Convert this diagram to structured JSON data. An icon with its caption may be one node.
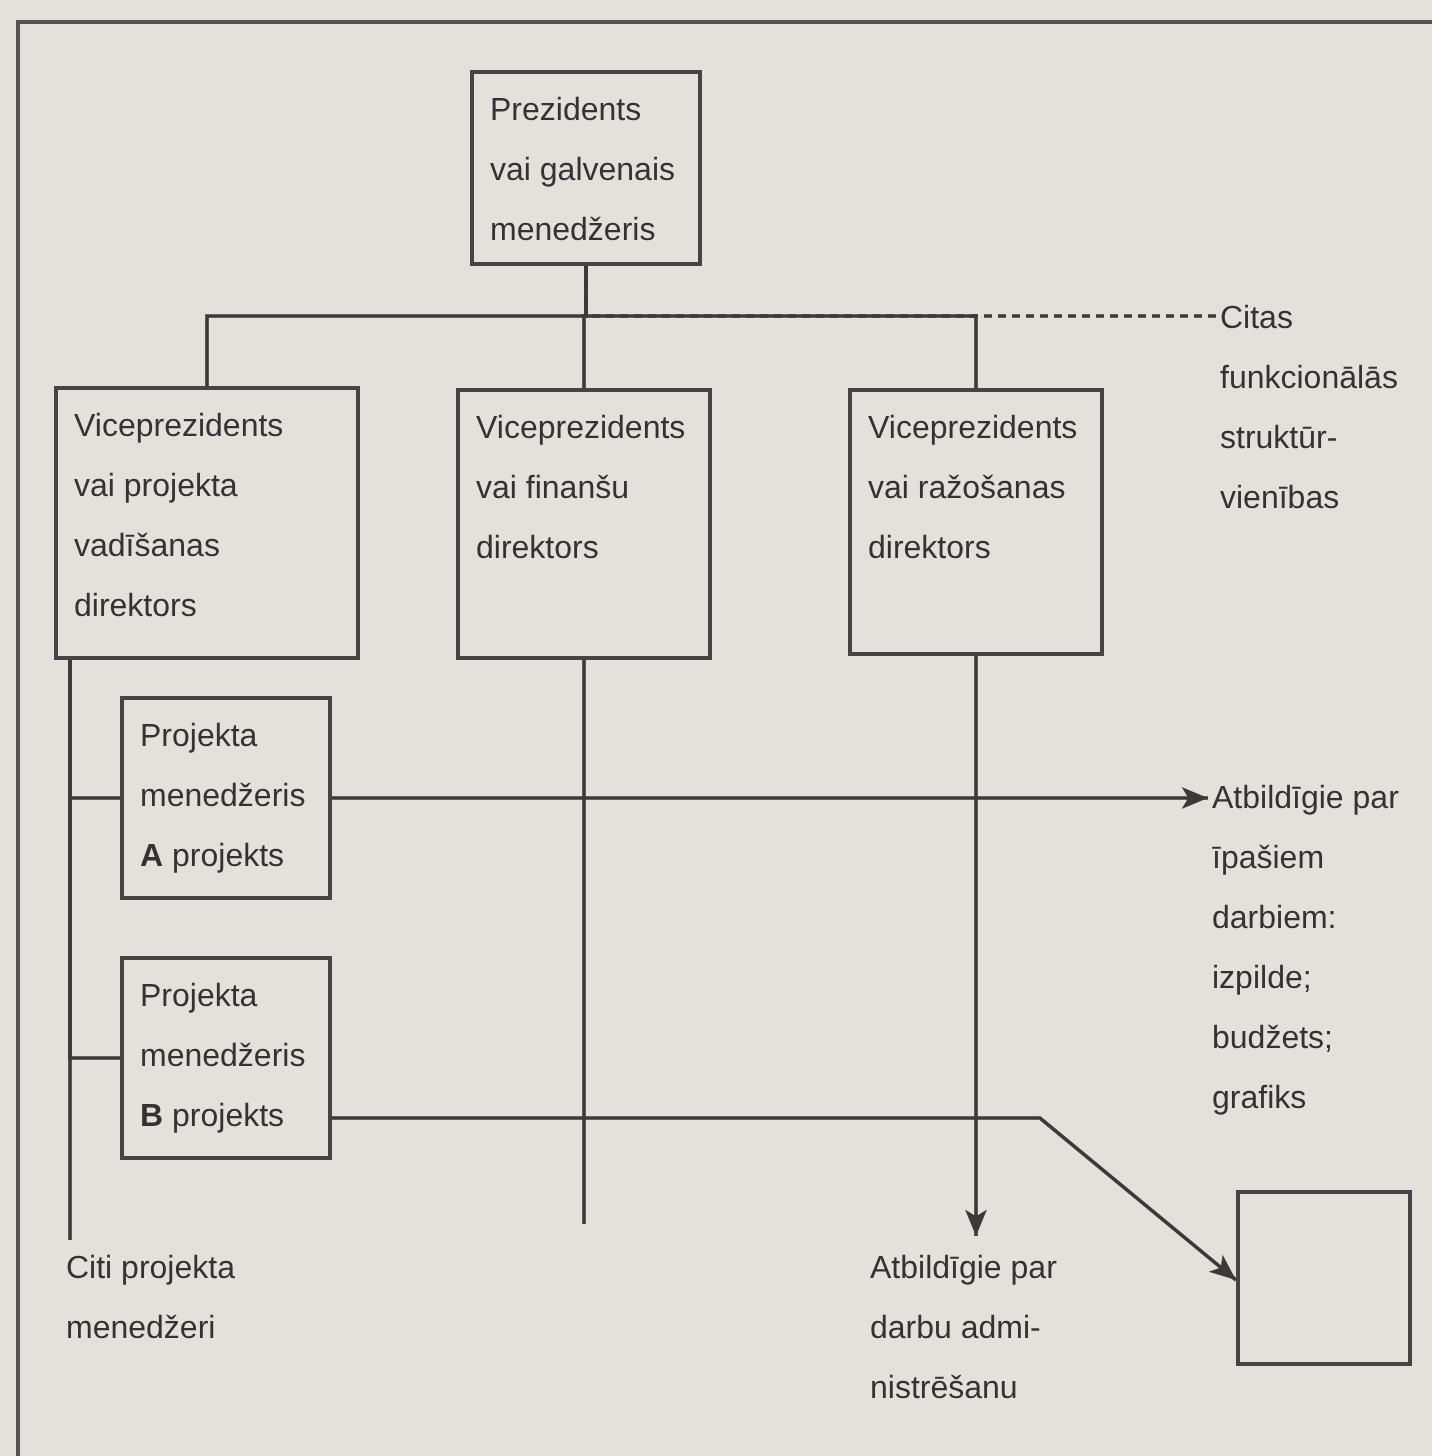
{
  "diagram": {
    "nodes": [
      {
        "text": [
          "Prezidents vai galvenais menedžeris"
        ]
      },
      {
        "text": [
          "Viceprezidents vai projekta vadīšanas direktors"
        ]
      },
      {
        "text": [
          "Viceprezidents vai finanšu direktors"
        ]
      },
      {
        "text": [
          "Viceprezidents vai ražošanas direktors"
        ]
      },
      {
        "text": [
          "Citas funkcionālās struktūr- vienības"
        ]
      },
      {
        "text": [
          "Projekta menedžeris **A** projekts"
        ]
      },
      {
        "text": [
          "Projekta menedžeris **B** projekts"
        ]
      },
      {
        "text": [
          "Citi projekta menedžeri"
        ]
      },
      {
        "text": [
          "Atbildīgie par īpašiem darbiem: izpilde; budžets; grafiks"
        ]
      },
      {
        "text": [
          "Atbildīgie par darbu admi- nistrēšanu"
        ]
      },
      {
        "text": [],
        "shape": "box"
      }
    ],
    "edges": [
      {
        "from": 0,
        "to": 1,
        "arrow": "none"
      },
      {
        "from": 0,
        "to": 2,
        "arrow": "none"
      },
      {
        "from": 0,
        "to": 3,
        "arrow": "none"
      },
      {
        "from": 0,
        "to": 4,
        "arrow": "none",
        "style": "dashed"
      },
      {
        "from": 1,
        "to": 5,
        "arrow": "none"
      },
      {
        "from": 1,
        "to": 6,
        "arrow": "none"
      },
      {
        "from": 1,
        "to": 7,
        "arrow": "none"
      },
      {
        "from": 2,
        "to": null,
        "arrow": "none"
      },
      {
        "from": 3,
        "to": 9,
        "arrow": "to"
      },
      {
        "from": 5,
        "to": 8,
        "arrow": "to"
      },
      {
        "from": 6,
        "to": 10,
        "arrow": "to"
      }
    ]
  }
}
